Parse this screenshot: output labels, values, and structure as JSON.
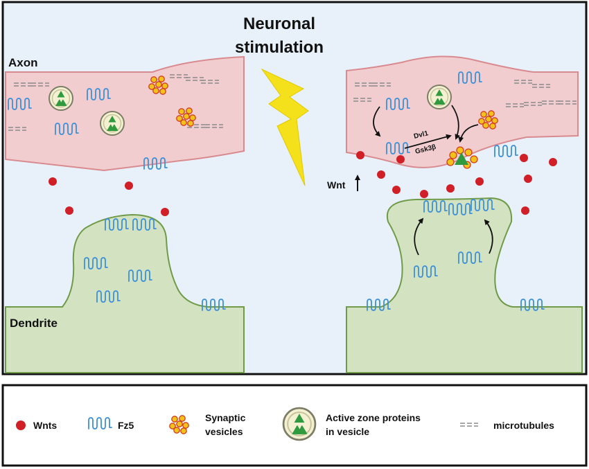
{
  "title": {
    "line1": "Neuronal",
    "line2": "stimulation"
  },
  "labels": {
    "axon": "Axon",
    "dendrite": "Dendrite",
    "wnt_up": "Wnt",
    "dvl1": "Dvl1",
    "gsk3b": "Gsk3β"
  },
  "legend": {
    "wnts": "Wnts",
    "fz5": "Fz5",
    "synaptic_line1": "Synaptic",
    "synaptic_line2": "vesicles",
    "active_line1": "Active zone proteins",
    "active_line2": "in vesicle",
    "microtubules": "microtubules"
  },
  "colors": {
    "panel_bg": "#e8f1f9",
    "axon_fill": "#f1cdcf",
    "axon_stroke": "#d98a8f",
    "dendrite_fill": "#d3e3c2",
    "dendrite_stroke": "#6f9a48",
    "wnt": "#d01f27",
    "fz5": "#3b8fd9",
    "vesicle": "#f2c21a",
    "vesicle_stroke": "#d23a1f",
    "active_zone": "#2f9a3e",
    "lightning": "#f5e11b"
  }
}
